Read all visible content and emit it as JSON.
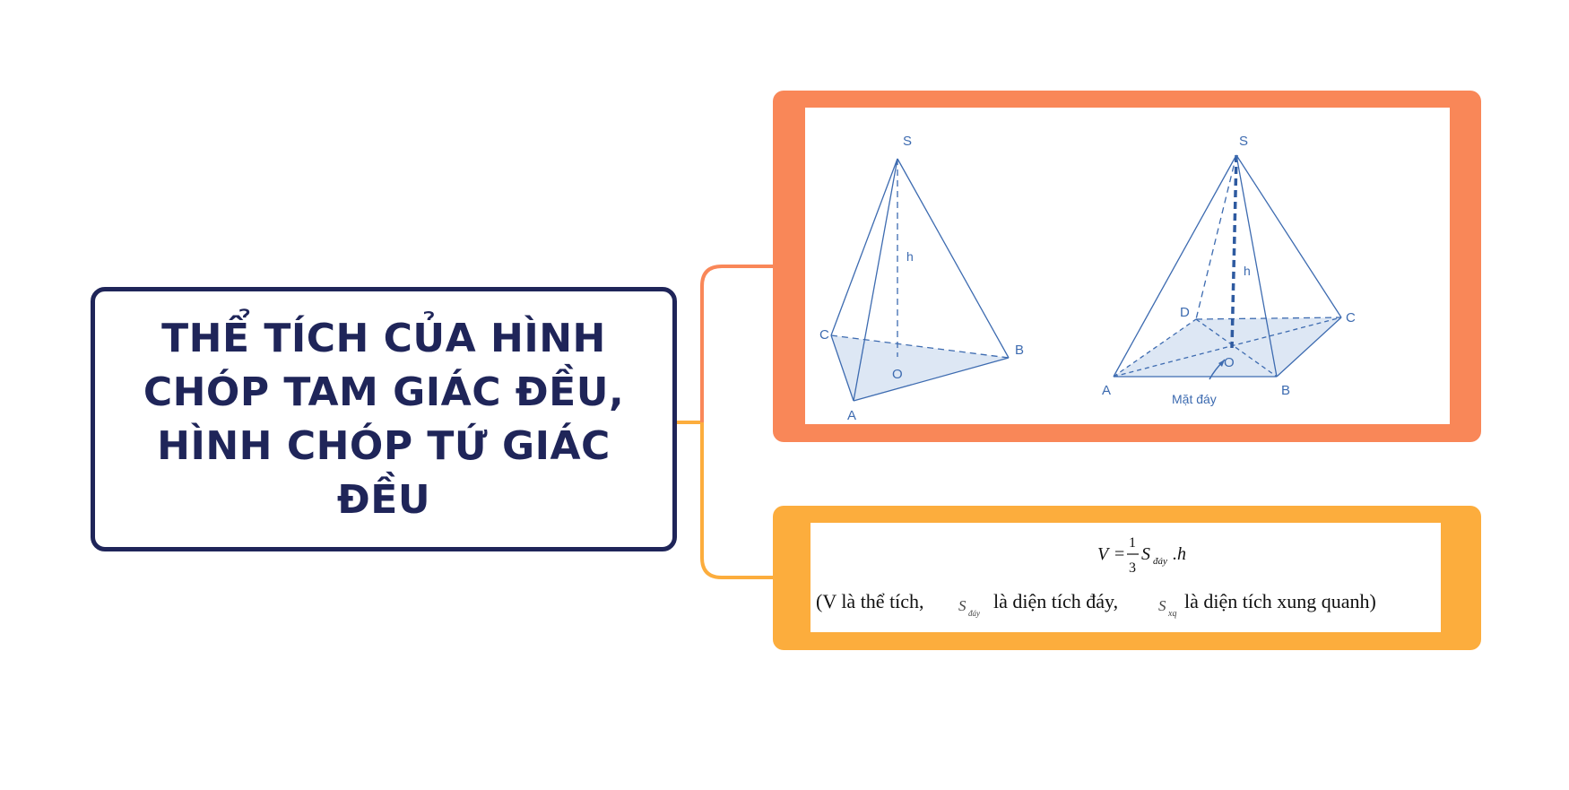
{
  "main_topic": {
    "title": "THỂ TÍCH CỦA HÌNH CHÓP TAM GIÁC ĐỀU, HÌNH CHÓP TỨ GIÁC ĐỀU"
  },
  "figures": {
    "triangular_pyramid": {
      "apex": "S",
      "height": "h",
      "center": "O",
      "vertices": [
        "A",
        "B",
        "C"
      ]
    },
    "square_pyramid": {
      "apex": "S",
      "height": "h",
      "center": "O",
      "vertices": [
        "A",
        "B",
        "C",
        "D"
      ],
      "base_caption": "Mặt đáy"
    }
  },
  "formula": {
    "lhs": "V",
    "eq": "=",
    "num": "1",
    "den": "3",
    "s": "S",
    "s_sub": "đáy",
    "tail": ".h",
    "legend_part1": "(V là thể tích,",
    "legend_s": "S",
    "legend_s_sub": "đáy",
    "legend_part2": "là diện tích đáy,",
    "legend_sxq": "S",
    "legend_sxq_sub": "xq",
    "legend_part3": "là diện tích xung quanh)"
  },
  "colors": {
    "main_border": "#1f2559",
    "figure_card": "#f98758",
    "formula_card": "#fcad3d",
    "diagram_line": "#3d6bb0",
    "base_fill": "#dde7f4"
  }
}
